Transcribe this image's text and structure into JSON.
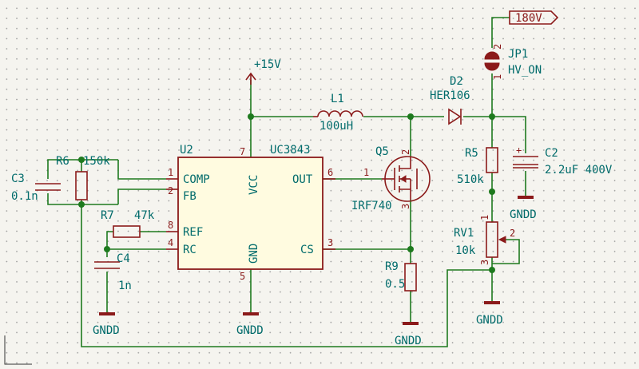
{
  "colors": {
    "wire": "#1e7a1e",
    "component": "#8b1a1a",
    "label": "#006b6b",
    "background": "#f5f4ef"
  },
  "power": {
    "vcc_label": "+15V",
    "hv_label": "180V"
  },
  "ic": {
    "ref": "U2",
    "value": "UC3843",
    "pins": {
      "comp": {
        "name": "COMP",
        "num": "1"
      },
      "fb": {
        "name": "FB",
        "num": "2"
      },
      "ref": {
        "name": "REF",
        "num": "8"
      },
      "rc": {
        "name": "RC",
        "num": "4"
      },
      "vcc": {
        "name": "VCC",
        "num": "7"
      },
      "gnd": {
        "name": "GND",
        "num": "5"
      },
      "out": {
        "name": "OUT",
        "num": "6"
      },
      "cs": {
        "name": "CS",
        "num": "3"
      }
    }
  },
  "components": {
    "r6": {
      "ref": "R6",
      "value": "150k"
    },
    "c3": {
      "ref": "C3",
      "value": "0.1n"
    },
    "r7": {
      "ref": "R7",
      "value": "47k"
    },
    "c4": {
      "ref": "C4",
      "value": "1n"
    },
    "l1": {
      "ref": "L1",
      "value": "100uH"
    },
    "q5": {
      "ref": "Q5",
      "value": "IRF740",
      "pin_g": "1",
      "pin_d": "2",
      "pin_s": "3"
    },
    "d2": {
      "ref": "D2",
      "value": "HER106"
    },
    "r9": {
      "ref": "R9",
      "value": "0.5"
    },
    "jp1": {
      "ref": "JP1",
      "value": "HV_ON",
      "pin_top": "2",
      "pin_bottom": "1"
    },
    "r5": {
      "ref": "R5",
      "value": "510k"
    },
    "c2": {
      "ref": "C2",
      "value": "2.2uF 400V"
    },
    "rv1": {
      "ref": "RV1",
      "value": "10k",
      "pin1": "1",
      "pin2": "2",
      "pin3": "3"
    }
  },
  "grounds": {
    "c4": "GNDD",
    "ic": "GNDD",
    "r9": "GNDD",
    "c2": "GNDD",
    "rv1": "GNDD"
  }
}
